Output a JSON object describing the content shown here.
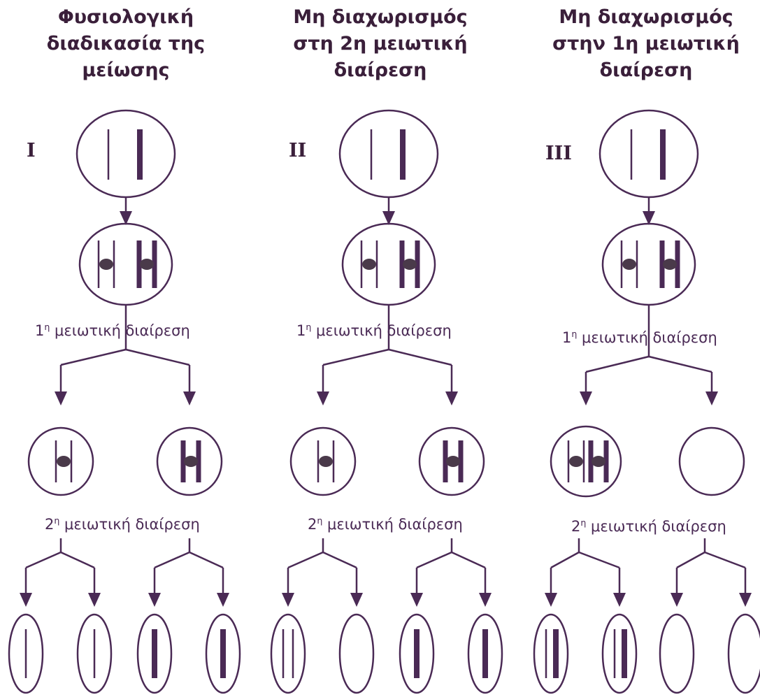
{
  "columns": [
    {
      "title_lines": [
        "Φυσιολογική",
        "διαδικασία της",
        "μείωσης"
      ],
      "roman": "I",
      "division1_label": {
        "ordinal": "1",
        "sup": "η",
        "text": "μειωτική διαίρεση"
      },
      "division2_label": {
        "ordinal": "2",
        "sup": "η",
        "text": "μειωτική διαίρεση"
      }
    },
    {
      "title_lines": [
        "Μη διαχωρισμός",
        "στη 2η μειωτική",
        "διαίρεση"
      ],
      "roman": "II",
      "division1_label": {
        "ordinal": "1",
        "sup": "η",
        "text": "μειωτική διαίρεση"
      },
      "division2_label": {
        "ordinal": "2",
        "sup": "η",
        "text": "μειωτική διαίρεση"
      }
    },
    {
      "title_lines": [
        "Μη διαχωρισμός",
        "στην 1η μειωτική",
        "διαίρεση"
      ],
      "roman": "III",
      "division1_label": {
        "ordinal": "1",
        "sup": "η",
        "text": "μειωτική διαίρεση"
      },
      "division2_label": {
        "ordinal": "2",
        "sup": "η",
        "text": "μειωτική διαίρεση"
      }
    }
  ],
  "colors": {
    "ink": "#4a2a55",
    "centromere": "#4a3a4a"
  }
}
